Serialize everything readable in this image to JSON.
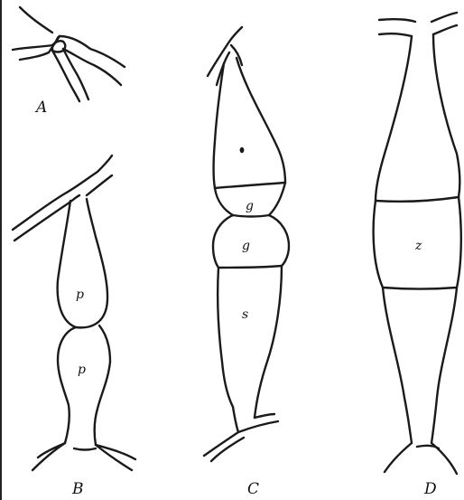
{
  "figure": {
    "panels": [
      {
        "id": "A",
        "label": "A",
        "cells": []
      },
      {
        "id": "B",
        "label": "B",
        "cells": [
          "p",
          "p"
        ]
      },
      {
        "id": "C",
        "label": "C",
        "cells": [
          "",
          "g",
          "g",
          "s"
        ]
      },
      {
        "id": "D",
        "label": "D",
        "cells": [
          "z"
        ]
      }
    ]
  },
  "colors": {
    "ink": "#1a1a1a",
    "background": "#ffffff"
  }
}
